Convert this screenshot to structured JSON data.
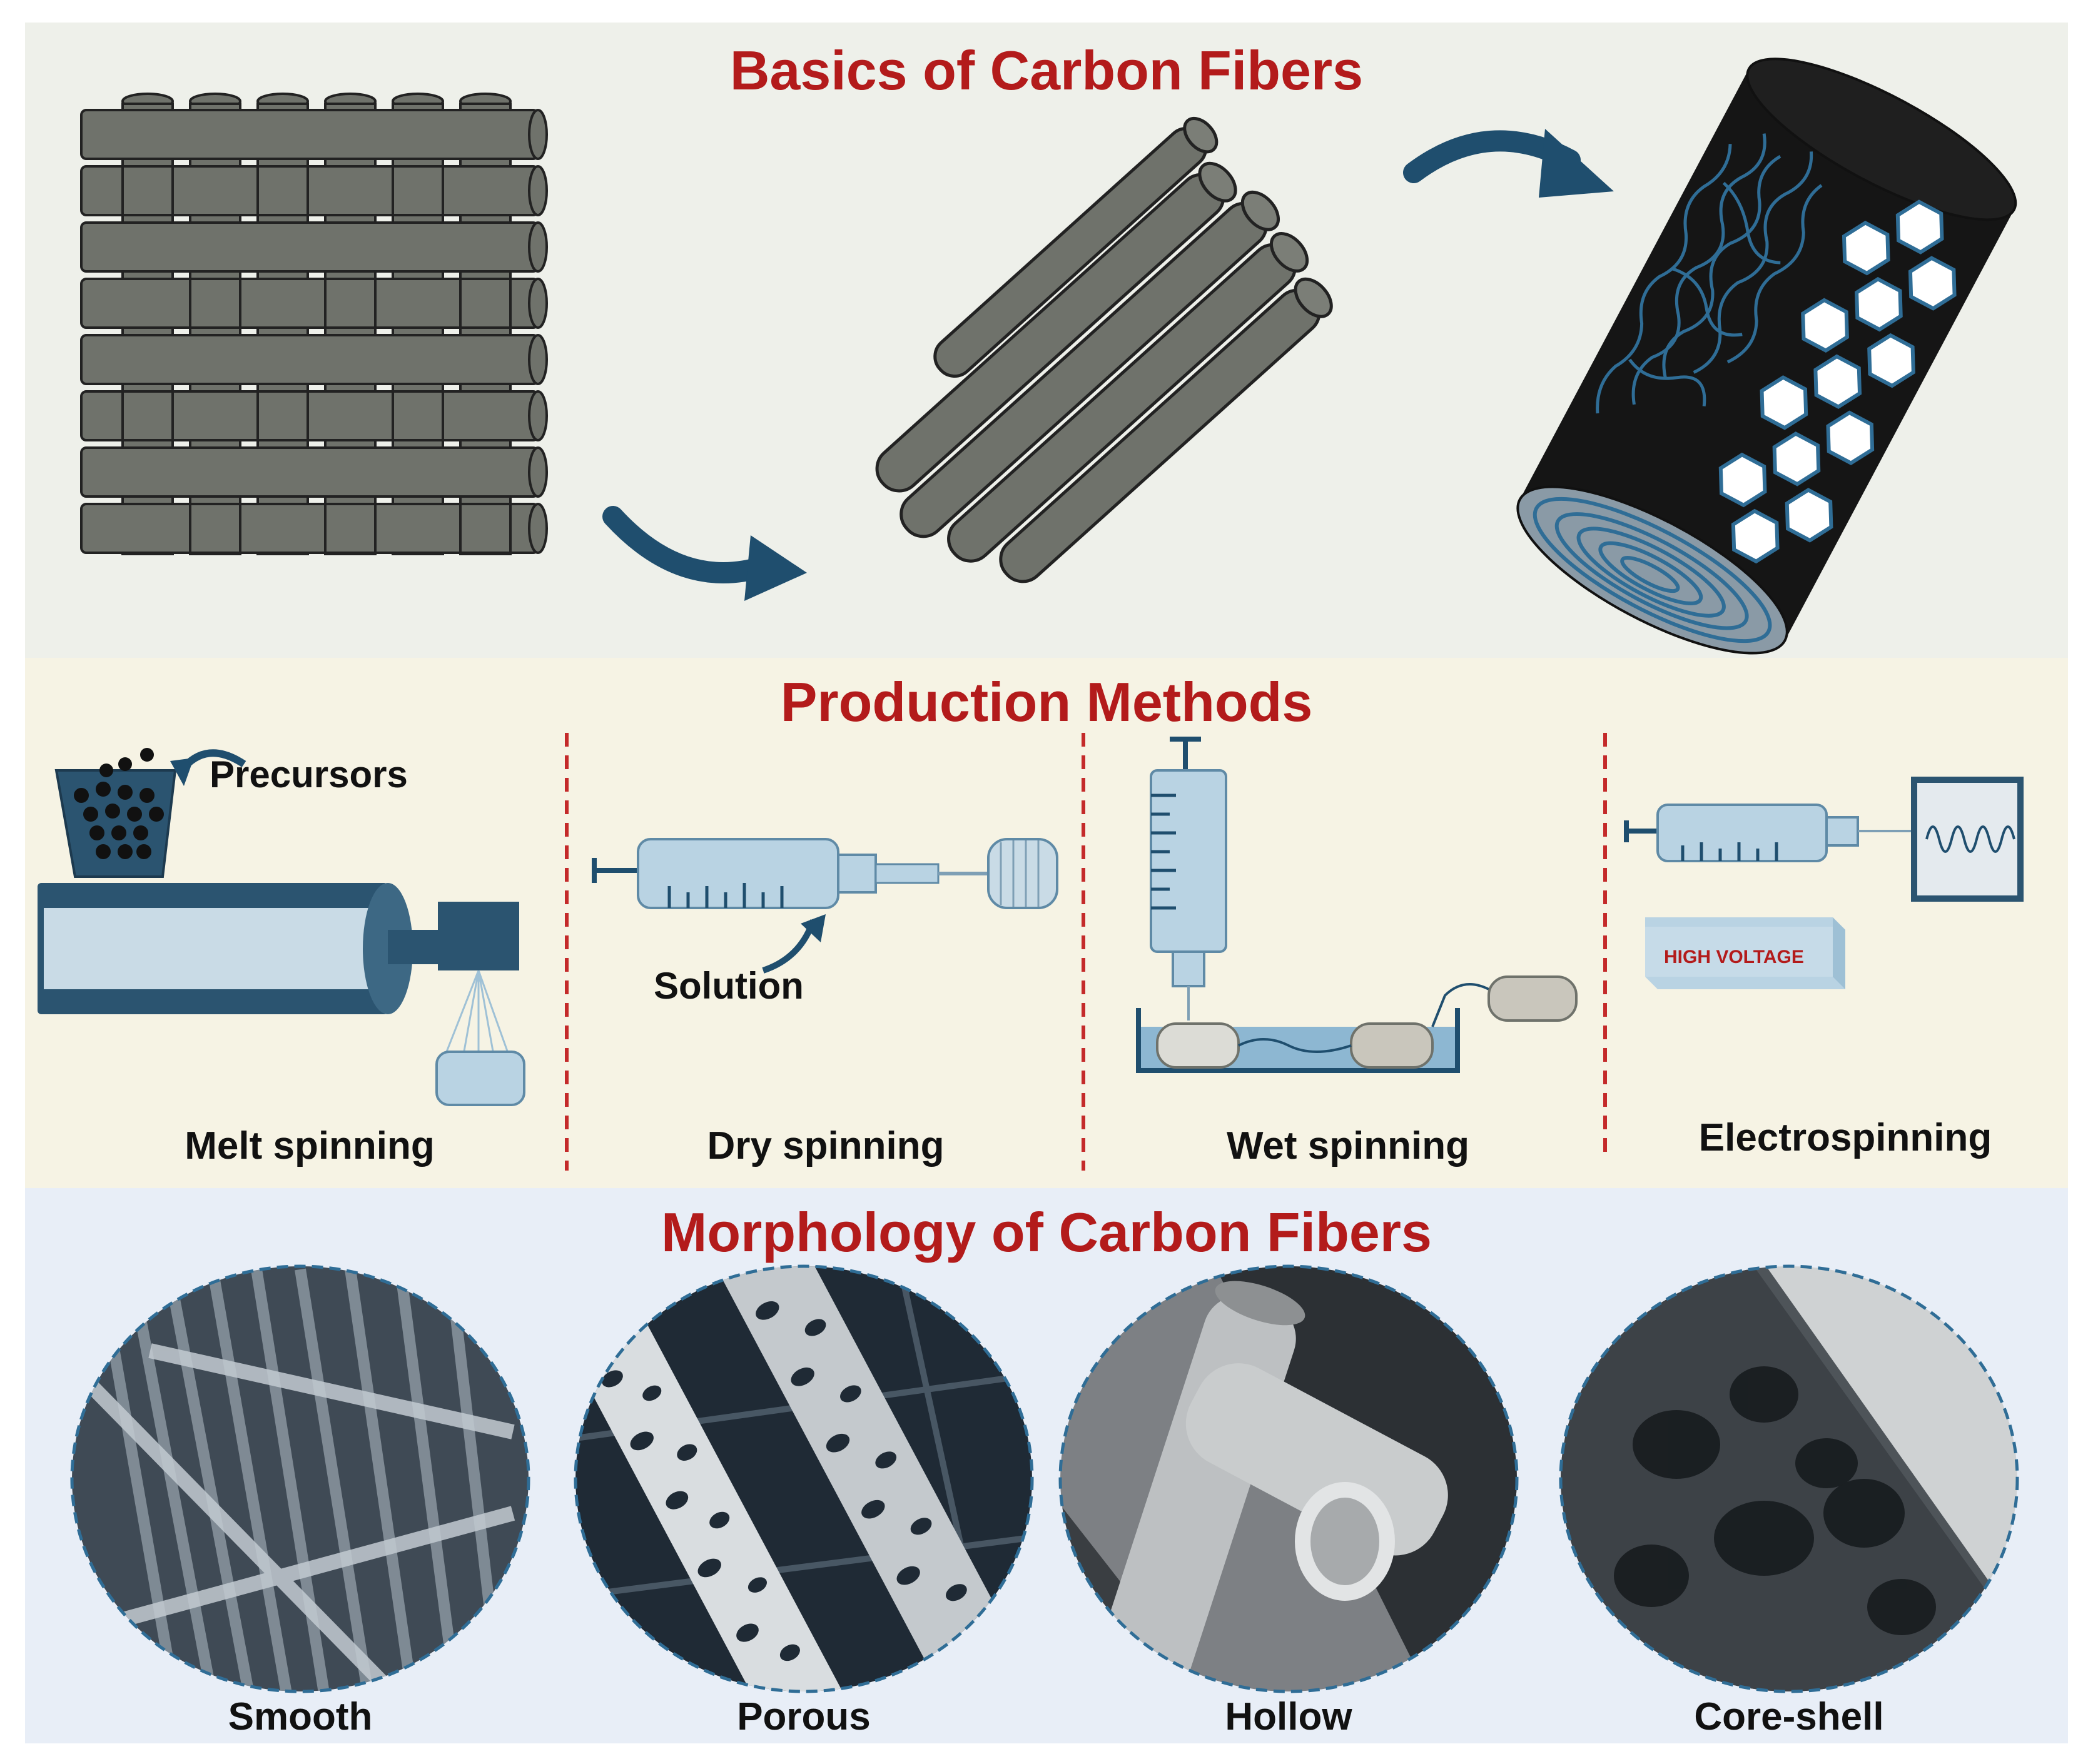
{
  "sections": {
    "basics": {
      "title": "Basics of Carbon Fibers"
    },
    "production": {
      "title": "Production Methods",
      "callouts": {
        "precursors": "Precursors",
        "solution": "Solution",
        "high_voltage": "HIGH VOLTAGE"
      },
      "methods": [
        "Melt spinning",
        "Dry spinning",
        "Wet spinning",
        "Electrospinning"
      ]
    },
    "morphology": {
      "title": "Morphology of Carbon Fibers",
      "types": [
        "Smooth",
        "Porous",
        "Hollow",
        "Core-shell"
      ]
    }
  },
  "colors": {
    "title_red": "#b31b1b",
    "arrow_blue": "#1f4e6e",
    "fiber_gray": "#6f726b",
    "fiber_black": "#151515",
    "graphene_blue": "#2f6d96",
    "light_blue": "#b9d3e3",
    "panel_top": "#eef0ea",
    "panel_mid": "#f6f3e4",
    "panel_bottom": "#e8eef7",
    "divider_red": "#c42a2a"
  }
}
